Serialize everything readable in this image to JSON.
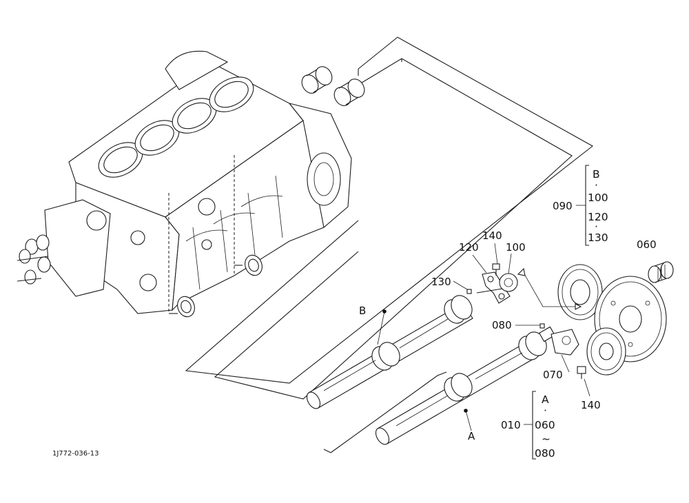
{
  "callouts": {
    "c140_top": "140",
    "c120": "120",
    "c100": "100",
    "c130": "130",
    "c080": "080",
    "c060": "060",
    "c070": "070",
    "c140_bottom": "140",
    "c090": "090",
    "c010": "010"
  },
  "group_b": {
    "marker": "B",
    "dot": "·",
    "items": [
      "100",
      "120",
      "130"
    ],
    "dot2": "·"
  },
  "group_a": {
    "marker": "A",
    "dot": "·",
    "items": [
      "060",
      "080"
    ],
    "range": "~"
  },
  "shaft_labels": {
    "b": "B",
    "a": "A"
  },
  "drawing_ref": "1J772-036-13"
}
